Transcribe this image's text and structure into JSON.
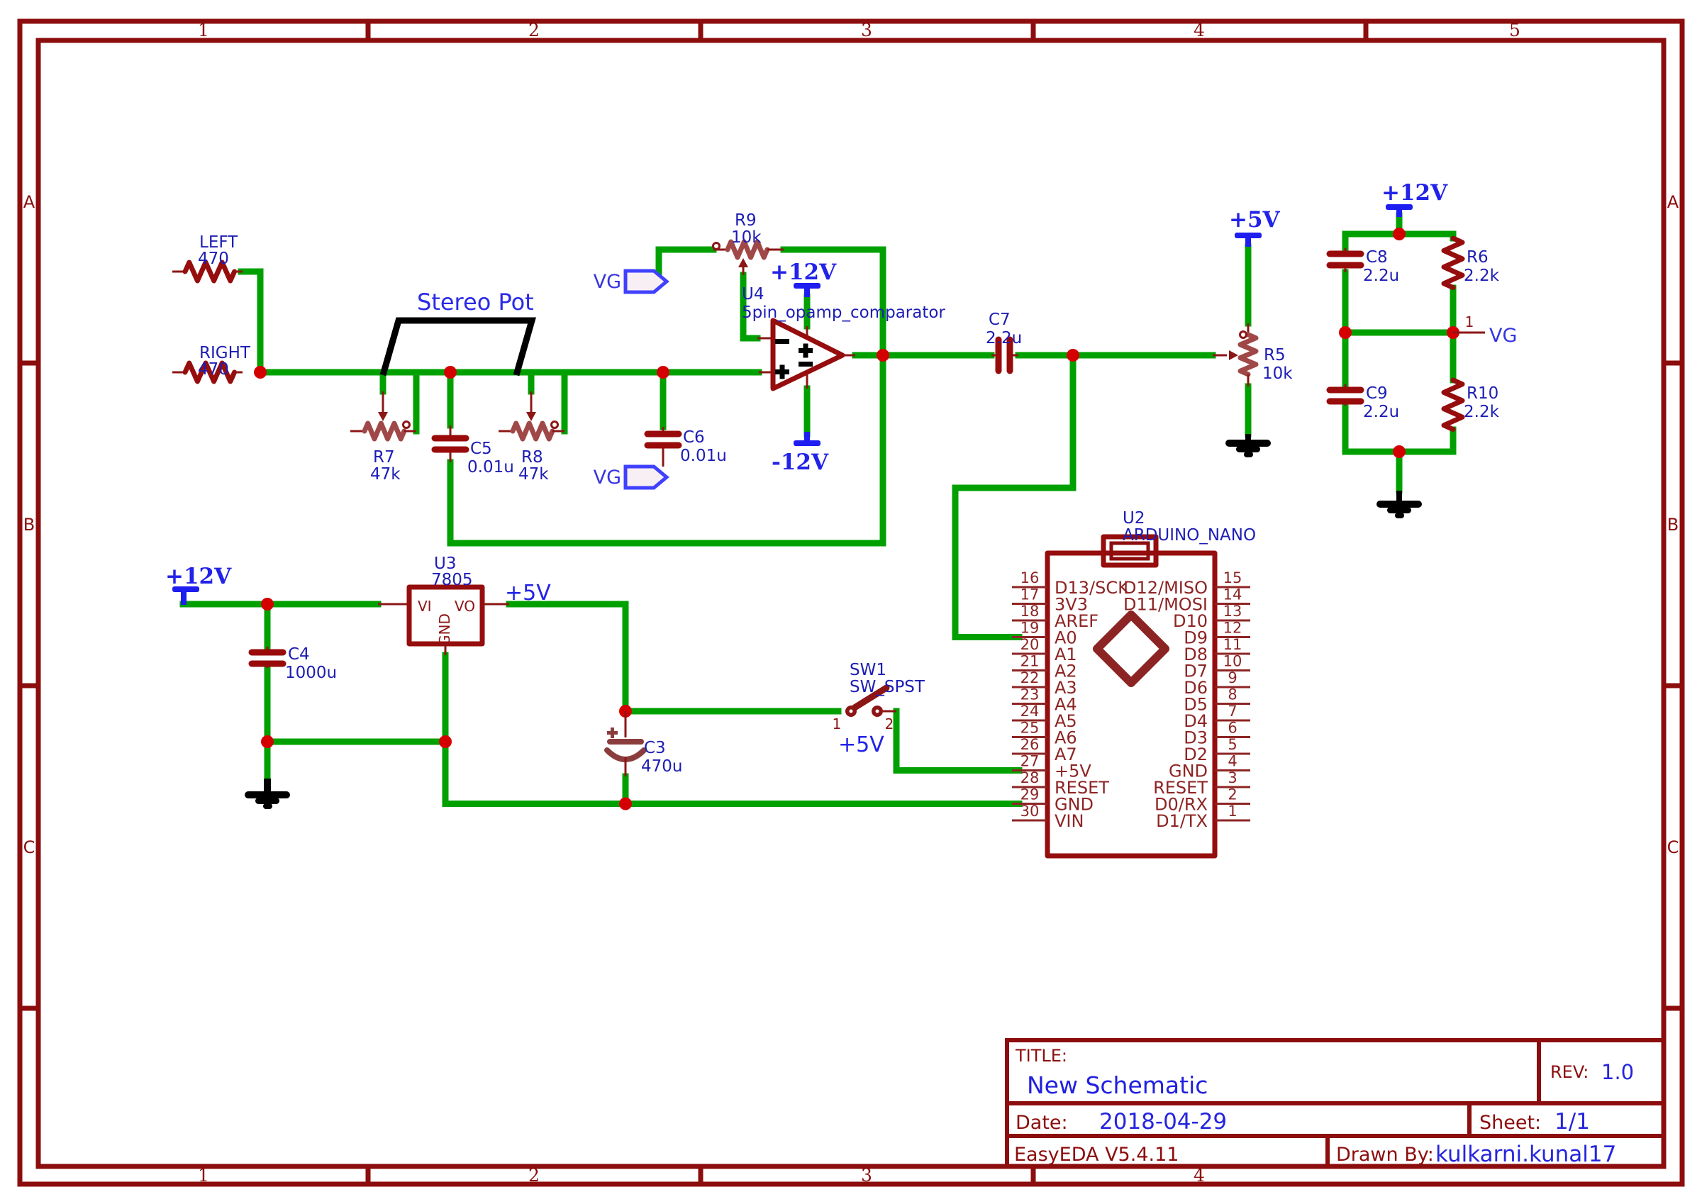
{
  "frame": {
    "top_numbers": [
      "1",
      "2",
      "3",
      "4",
      "5"
    ],
    "bottom_numbers": [
      "1",
      "2",
      "3",
      "4"
    ],
    "left_letters": [
      "A",
      "B",
      "C"
    ],
    "right_letters": [
      "A",
      "B",
      "C"
    ]
  },
  "title_block": {
    "title_label": "TITLE:",
    "title": "New Schematic",
    "rev_label": "REV:",
    "rev": "1.0",
    "date_label": "Date:",
    "date": "2018-04-29",
    "sheet_label": "Sheet:",
    "sheet": "1/1",
    "tool_version": "EasyEDA V5.4.11",
    "drawn_by_label": "Drawn By:",
    "drawn_by": "kulkarni.kunal17"
  },
  "labels": {
    "stereo_pot": "Stereo Pot"
  },
  "power": {
    "p12v_supply": "+12V",
    "p12v_opamp": "+12V",
    "p12v_divider": "+12V",
    "n12v_opamp": "-12V",
    "p5v_r5": "+5V",
    "p5v_reg": "+5V",
    "p5v_switch": "+5V",
    "vg_r9": "VG",
    "vg_c6": "VG",
    "vg_divider": "VG",
    "vg_divider_pin": "1"
  },
  "components": {
    "left": {
      "ref": "LEFT",
      "value": "470"
    },
    "right": {
      "ref": "RIGHT",
      "value": "470"
    },
    "r5": {
      "ref": "R5",
      "value": "10k"
    },
    "r6": {
      "ref": "R6",
      "value": "2.2k"
    },
    "r7": {
      "ref": "R7",
      "value": "47k"
    },
    "r8": {
      "ref": "R8",
      "value": "47k"
    },
    "r9": {
      "ref": "R9",
      "value": "10k"
    },
    "r10": {
      "ref": "R10",
      "value": "2.2k"
    },
    "c3": {
      "ref": "C3",
      "value": "470u"
    },
    "c4": {
      "ref": "C4",
      "value": "1000u"
    },
    "c5": {
      "ref": "C5",
      "value": "0.01u"
    },
    "c6": {
      "ref": "C6",
      "value": "0.01u"
    },
    "c7": {
      "ref": "C7",
      "value": "2.2u"
    },
    "c8": {
      "ref": "C8",
      "value": "2.2u"
    },
    "c9": {
      "ref": "C9",
      "value": "2.2u"
    },
    "u3": {
      "ref": "U3",
      "value": "7805",
      "pin_vi": "VI",
      "pin_vo": "VO",
      "pin_gnd": "GND"
    },
    "u4": {
      "ref": "U4",
      "value": "5pin_opamp_comparator"
    },
    "sw1": {
      "ref": "SW1",
      "value": "SW_SPST",
      "pin1": "1",
      "pin2": "2"
    }
  },
  "arduino": {
    "ref": "U2",
    "value": "ARDUINO_NANO",
    "left_pins": [
      {
        "num": "16",
        "label": "D13/SCK"
      },
      {
        "num": "17",
        "label": "3V3"
      },
      {
        "num": "18",
        "label": "AREF"
      },
      {
        "num": "19",
        "label": "A0"
      },
      {
        "num": "20",
        "label": "A1"
      },
      {
        "num": "21",
        "label": "A2"
      },
      {
        "num": "22",
        "label": "A3"
      },
      {
        "num": "23",
        "label": "A4"
      },
      {
        "num": "24",
        "label": "A5"
      },
      {
        "num": "25",
        "label": "A6"
      },
      {
        "num": "26",
        "label": "A7"
      },
      {
        "num": "27",
        "label": "+5V"
      },
      {
        "num": "28",
        "label": "RESET"
      },
      {
        "num": "29",
        "label": "GND"
      },
      {
        "num": "30",
        "label": "VIN"
      }
    ],
    "right_pins": [
      {
        "num": "15",
        "label": "D12/MISO"
      },
      {
        "num": "14",
        "label": "D11/MOSI"
      },
      {
        "num": "13",
        "label": "D10"
      },
      {
        "num": "12",
        "label": "D9"
      },
      {
        "num": "11",
        "label": "D8"
      },
      {
        "num": "10",
        "label": "D7"
      },
      {
        "num": "9",
        "label": "D6"
      },
      {
        "num": "8",
        "label": "D5"
      },
      {
        "num": "7",
        "label": "D4"
      },
      {
        "num": "6",
        "label": "D3"
      },
      {
        "num": "5",
        "label": "D2"
      },
      {
        "num": "4",
        "label": "GND"
      },
      {
        "num": "3",
        "label": "RESET"
      },
      {
        "num": "2",
        "label": "D0/RX"
      },
      {
        "num": "1",
        "label": "D1/TX"
      }
    ]
  },
  "colors": {
    "wire_green": "#00A000",
    "junction_red": "#D40000",
    "frame_maroon": "#8C0D0D",
    "label_blue": "#1D1DB5",
    "power_blue": "#2222E8"
  }
}
